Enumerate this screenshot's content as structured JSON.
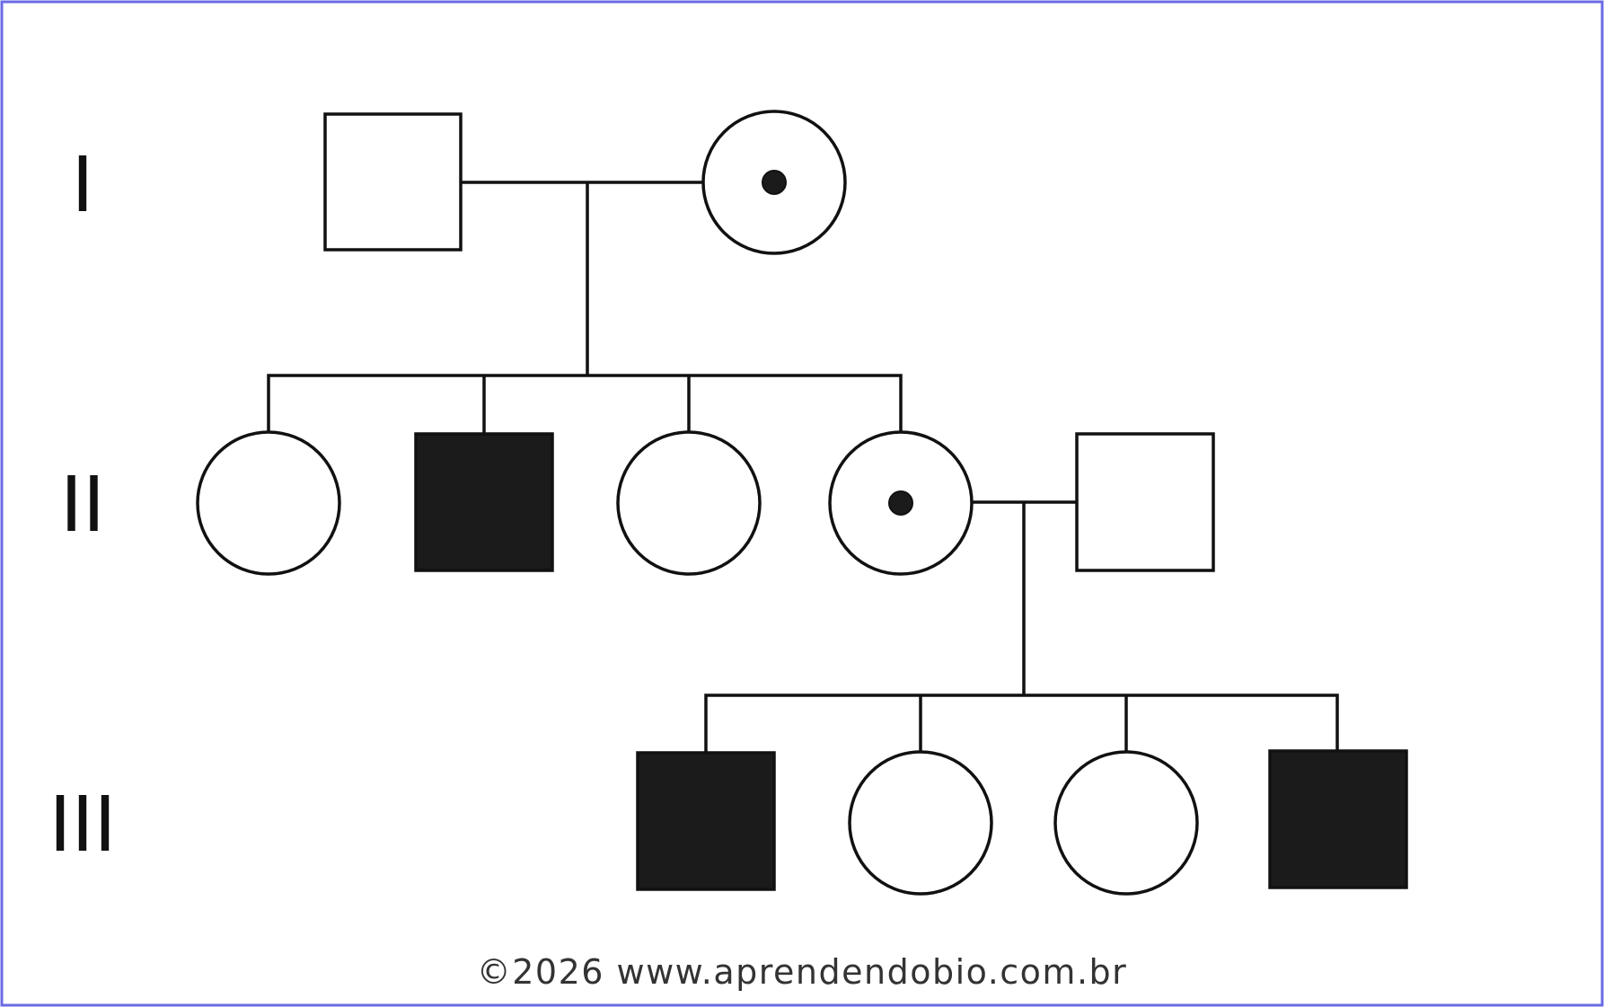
{
  "colors": {
    "frame": "#6b6be6",
    "line": "#111111",
    "affected_fill": "#1b1b1b",
    "unaffected_fill": "#ffffff",
    "text": "#333333"
  },
  "generation_labels": [
    "I",
    "II",
    "III"
  ],
  "individuals": [
    {
      "id": "I-1",
      "sex": "male",
      "status": "unaffected"
    },
    {
      "id": "I-2",
      "sex": "female",
      "status": "carrier"
    },
    {
      "id": "II-1",
      "sex": "female",
      "status": "unaffected"
    },
    {
      "id": "II-2",
      "sex": "male",
      "status": "affected"
    },
    {
      "id": "II-3",
      "sex": "female",
      "status": "unaffected"
    },
    {
      "id": "II-4",
      "sex": "female",
      "status": "carrier"
    },
    {
      "id": "II-5",
      "sex": "male",
      "status": "unaffected"
    },
    {
      "id": "III-1",
      "sex": "male",
      "status": "affected"
    },
    {
      "id": "III-2",
      "sex": "female",
      "status": "unaffected"
    },
    {
      "id": "III-3",
      "sex": "female",
      "status": "unaffected"
    },
    {
      "id": "III-4",
      "sex": "male",
      "status": "affected"
    }
  ],
  "footer": {
    "copyright": "©2026 www.aprendendobio.com.br"
  }
}
